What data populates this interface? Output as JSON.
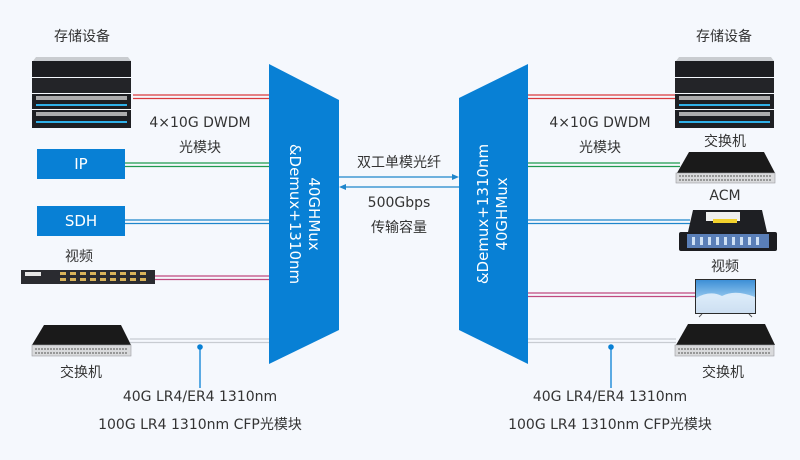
{
  "colors": {
    "background": "#f5f8fd",
    "accent_blue": "#0880d5",
    "line_red": "#d93a3e",
    "line_green": "#1f9a4e",
    "line_blue": "#1f86cc",
    "line_pink": "#c0497f",
    "line_gray": "#c8ccd2"
  },
  "left": {
    "storage_label": "存储设备",
    "dwdm_label_line1": "4×10G DWDM",
    "dwdm_label_line2": "光模块",
    "ip_label": "IP",
    "sdh_label": "SDH",
    "video_label": "视频",
    "switch_label": "交换机",
    "module_label_line1": "40G LR4/ER4 1310nm",
    "module_label_line2": "100G LR4 1310nm CFP光模块"
  },
  "center": {
    "left_mux_line1": "40GHMux",
    "left_mux_line2": "&Demux+1310nm",
    "right_mux_line1": "40GHMux",
    "right_mux_line2": "&Demux+1310nm",
    "fiber_label": "双工单模光纤",
    "capacity_line1": "500Gbps",
    "capacity_line2": "传输容量"
  },
  "right": {
    "storage_label": "存储设备",
    "dwdm_label_line1": "4×10G DWDM",
    "dwdm_label_line2": "光模块",
    "switch_top_label": "交换机",
    "acm_label": "ACM",
    "video_label": "视频",
    "switch_bottom_label": "交换机",
    "module_label_line1": "40G LR4/ER4 1310nm",
    "module_label_line2": "100G LR4 1310nm CFP光模块"
  }
}
